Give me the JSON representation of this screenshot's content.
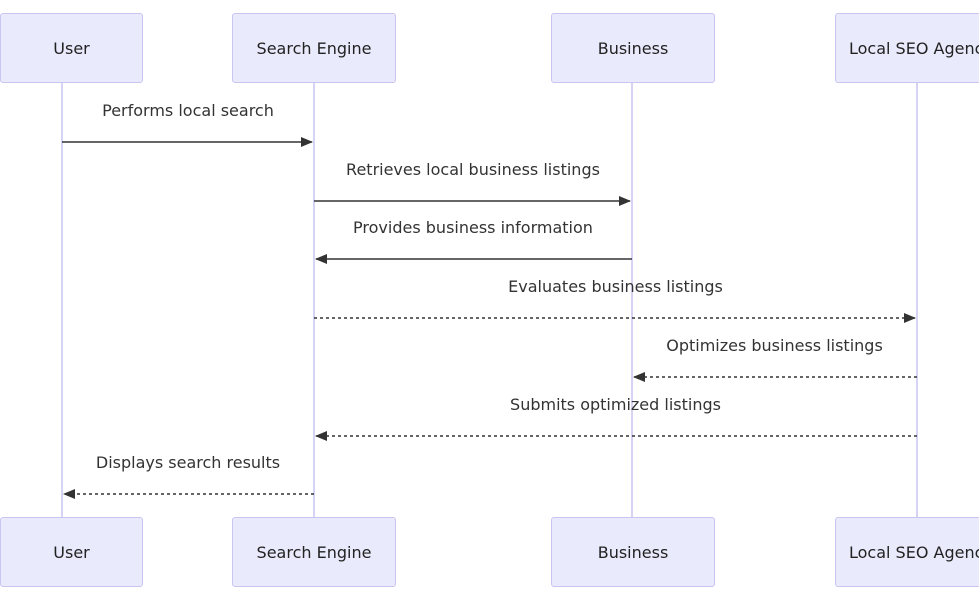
{
  "participants": [
    {
      "id": "user",
      "label": "User"
    },
    {
      "id": "search_engine",
      "label": "Search Engine"
    },
    {
      "id": "business",
      "label": "Business"
    },
    {
      "id": "agency",
      "label": "Local SEO Agency"
    }
  ],
  "messages": [
    {
      "from": "user",
      "to": "search_engine",
      "label": "Performs local search",
      "style": "solid"
    },
    {
      "from": "search_engine",
      "to": "business",
      "label": "Retrieves local business listings",
      "style": "solid"
    },
    {
      "from": "business",
      "to": "search_engine",
      "label": "Provides business information",
      "style": "solid"
    },
    {
      "from": "search_engine",
      "to": "agency",
      "label": "Evaluates business listings",
      "style": "dashed"
    },
    {
      "from": "agency",
      "to": "business",
      "label": "Optimizes business listings",
      "style": "dashed"
    },
    {
      "from": "agency",
      "to": "search_engine",
      "label": "Submits optimized listings",
      "style": "dashed"
    },
    {
      "from": "search_engine",
      "to": "user",
      "label": "Displays search results",
      "style": "dashed"
    }
  ],
  "colors": {
    "actor_fill": "#eaeafd",
    "actor_border": "#c9c5f0",
    "lifeline": "#c9c5f0",
    "arrow": "#333333",
    "text": "#333333"
  }
}
